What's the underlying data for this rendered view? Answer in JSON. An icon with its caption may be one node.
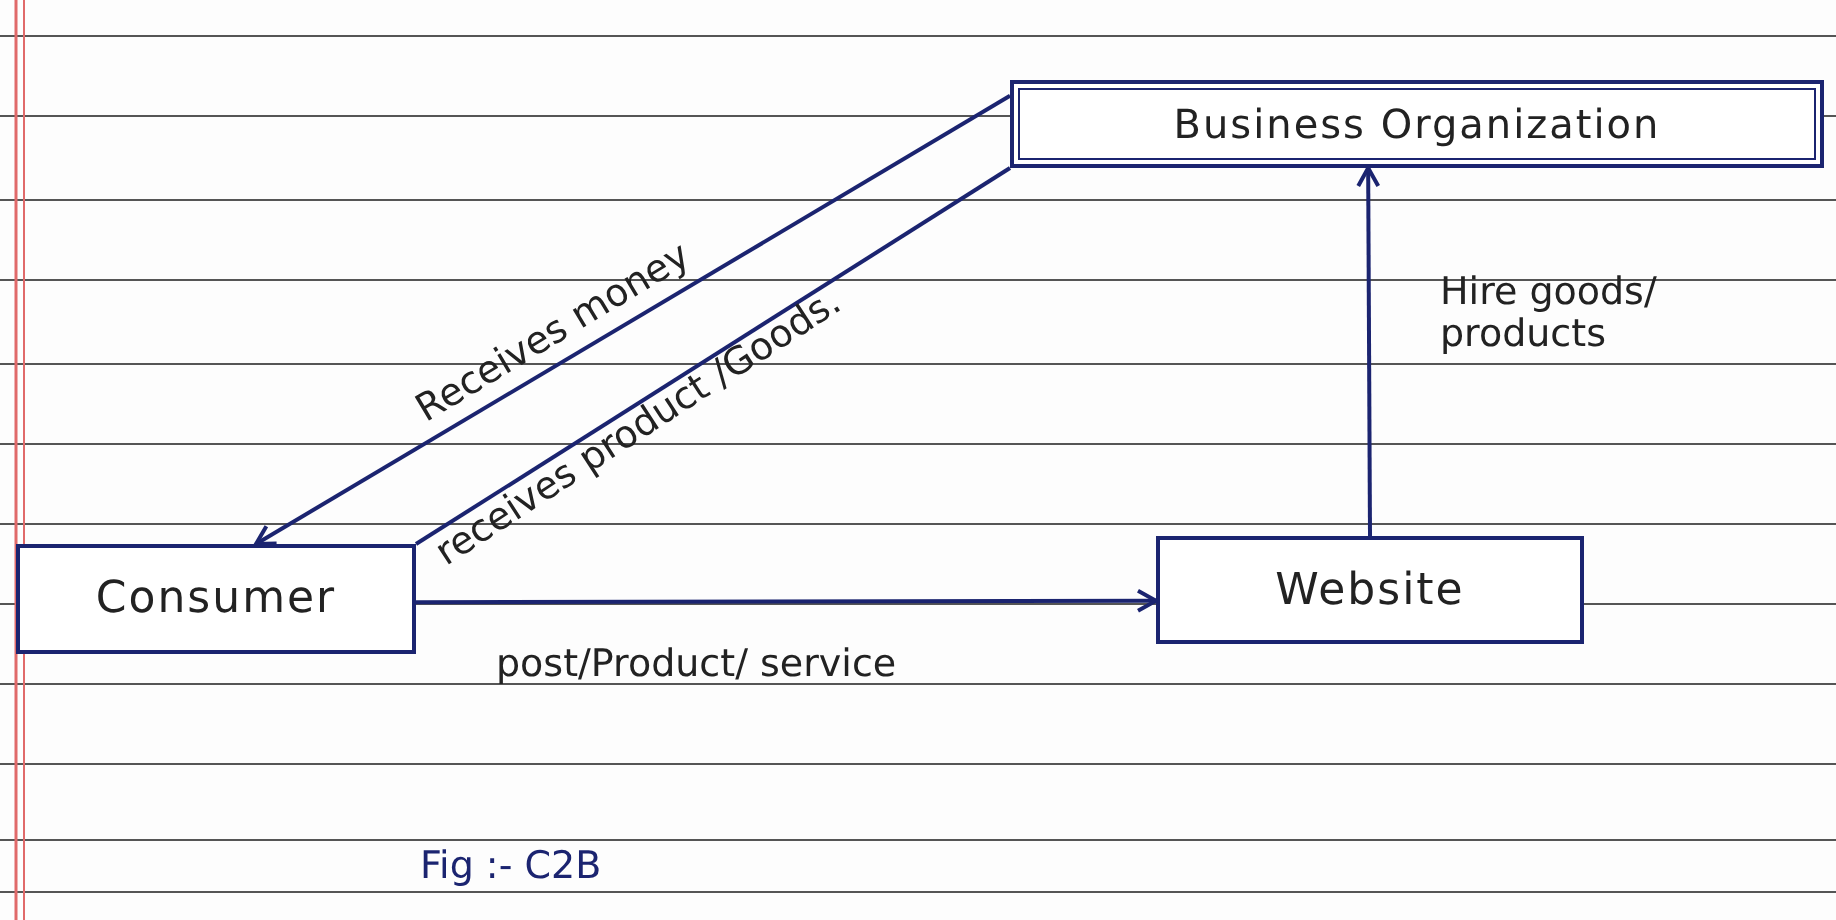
{
  "diagram": {
    "caption": "Fig :- C2B",
    "nodes": [
      {
        "text": [
          "Business Organization"
        ]
      },
      {
        "text": [
          "Consumer"
        ]
      },
      {
        "text": [
          "Website"
        ]
      }
    ],
    "edges": [
      {
        "from": 0,
        "to": 1,
        "arrow": "to",
        "label": "Receives money"
      },
      {
        "from": 1,
        "to": 0,
        "arrow": "none",
        "label": "receives product /Goods."
      },
      {
        "from": 1,
        "to": 2,
        "arrow": "to",
        "label": "post/Product/ service"
      },
      {
        "from": 2,
        "to": 0,
        "arrow": "to",
        "label": "Hire goods/ products"
      }
    ]
  }
}
